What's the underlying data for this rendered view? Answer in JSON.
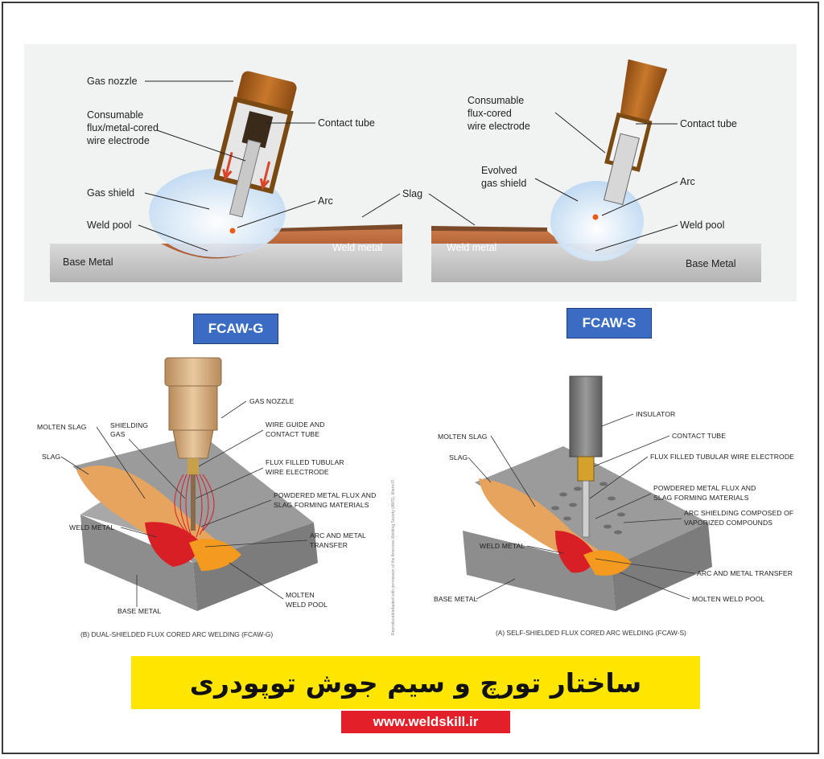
{
  "top_left": {
    "gas_nozzle": "Gas nozzle",
    "consumable_1": "Consumable",
    "consumable_2": "flux/metal-cored",
    "consumable_3": "wire electrode",
    "contact_tube": "Contact tube",
    "gas_shield": "Gas shield",
    "arc": "Arc",
    "weld_pool": "Weld pool",
    "base_metal": "Base Metal",
    "weld_metal": "Weld metal",
    "slag": "Slag"
  },
  "top_right": {
    "consumable_1": "Consumable",
    "consumable_2": "flux-cored",
    "consumable_3": "wire electrode",
    "contact_tube": "Contact tube",
    "evolved_1": "Evolved",
    "evolved_2": "gas shield",
    "arc": "Arc",
    "weld_pool": "Weld pool",
    "weld_metal": "Weld metal",
    "base_metal": "Base Metal"
  },
  "badges": {
    "left": "FCAW-G",
    "right": "FCAW-S"
  },
  "bottom_left": {
    "gas_nozzle": "GAS NOZZLE",
    "molten_slag": "MOLTEN SLAG",
    "shielding_1": "SHIELDING",
    "shielding_2": "GAS",
    "wire_guide_1": "WIRE GUIDE AND",
    "wire_guide_2": "CONTACT TUBE",
    "slag": "SLAG",
    "flux_1": "FLUX FILLED TUBULAR",
    "flux_2": "WIRE ELECTRODE",
    "powdered_1": "POWDERED METAL FLUX AND",
    "powdered_2": "SLAG FORMING MATERIALS",
    "weld_metal": "WELD METAL",
    "arc_1": "ARC AND METAL",
    "arc_2": "TRANSFER",
    "base_metal": "BASE METAL",
    "molten_1": "MOLTEN",
    "molten_2": "WELD POOL",
    "caption": "(B) DUAL-SHIELDED FLUX CORED ARC WELDING (FCAW-G)",
    "credit": "Reproduced/adapted with permission of the American Welding Society (AWS), Miami Fl."
  },
  "bottom_right": {
    "insulator": "INSULATOR",
    "molten_slag": "MOLTEN SLAG",
    "contact_tube": "CONTACT TUBE",
    "slag": "SLAG",
    "flux": "FLUX FILLED TUBULAR WIRE ELECTRODE",
    "powdered_1": "POWDERED METAL FLUX AND",
    "powdered_2": "SLAG FORMING MATERIALS",
    "arc_shield_1": "ARC SHIELDING COMPOSED OF",
    "arc_shield_2": "VAPORIZED COMPOUNDS",
    "weld_metal": "WELD METAL",
    "arc_transfer": "ARC AND METAL TRANSFER",
    "base_metal": "BASE METAL",
    "molten": "MOLTEN WELD POOL",
    "caption": "(A) SELF-SHIELDED FLUX CORED ARC WELDING (FCAW-S)"
  },
  "title": "ساختار تورچ و سیم جوش توپودری",
  "url": "www.weldskill.ir",
  "colors": {
    "badge": "#3a6cc4",
    "title_bg": "#ffe600",
    "url_bg": "#e3202a",
    "copper": "#b5651d"
  }
}
